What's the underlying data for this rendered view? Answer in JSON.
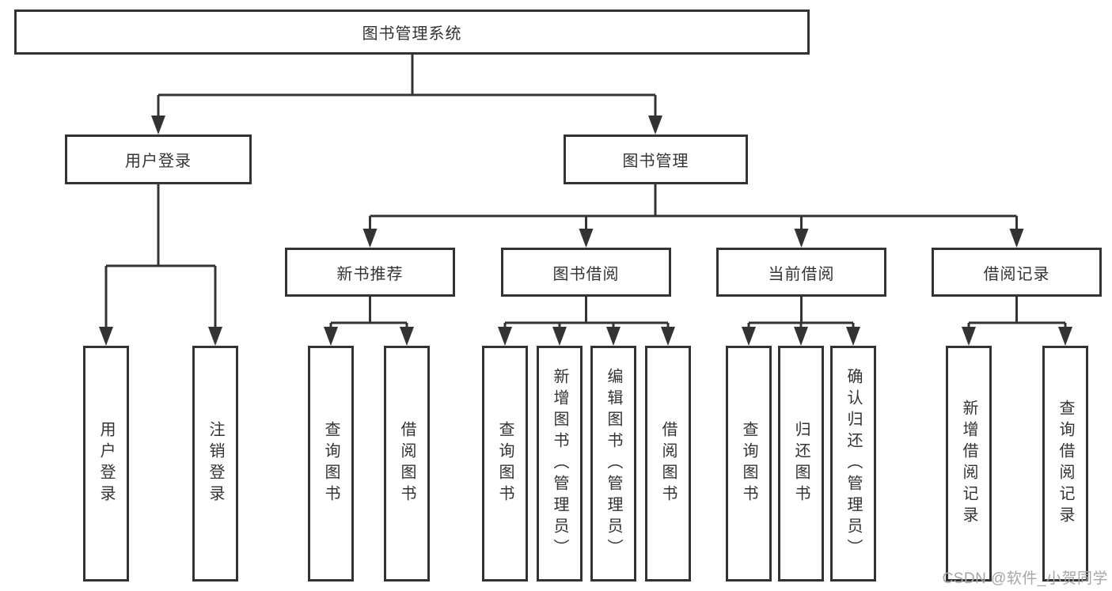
{
  "colors": {
    "line": "#333333",
    "box_border": "#333333",
    "text": "#333333",
    "background": "#ffffff",
    "watermark": "#a6a6a6"
  },
  "tree": {
    "root": {
      "label": "图书管理系统"
    },
    "level2": [
      {
        "label": "用户登录"
      },
      {
        "label": "图书管理"
      }
    ],
    "level3": [
      {
        "label": "新书推荐",
        "parent": "图书管理"
      },
      {
        "label": "图书借阅",
        "parent": "图书管理"
      },
      {
        "label": "当前借阅",
        "parent": "图书管理"
      },
      {
        "label": "借阅记录",
        "parent": "图书管理"
      }
    ],
    "leaves": [
      {
        "label": "用户登录",
        "parent": "用户登录"
      },
      {
        "label": "注销登录",
        "parent": "用户登录"
      },
      {
        "label": "查询图书",
        "parent": "新书推荐"
      },
      {
        "label": "借阅图书",
        "parent": "新书推荐"
      },
      {
        "label": "查询图书",
        "parent": "图书借阅"
      },
      {
        "label": "新增图书（管理员）",
        "parent": "图书借阅"
      },
      {
        "label": "编辑图书（管理员）",
        "parent": "图书借阅"
      },
      {
        "label": "借阅图书",
        "parent": "图书借阅"
      },
      {
        "label": "查询图书",
        "parent": "当前借阅"
      },
      {
        "label": "归还图书",
        "parent": "当前借阅"
      },
      {
        "label": "确认归还（管理员）",
        "parent": "当前借阅"
      },
      {
        "label": "新增借阅记录",
        "parent": "借阅记录"
      },
      {
        "label": "查询借阅记录",
        "parent": "借阅记录"
      }
    ]
  },
  "watermark": {
    "text": "CSDN @软件_小贺同学"
  }
}
